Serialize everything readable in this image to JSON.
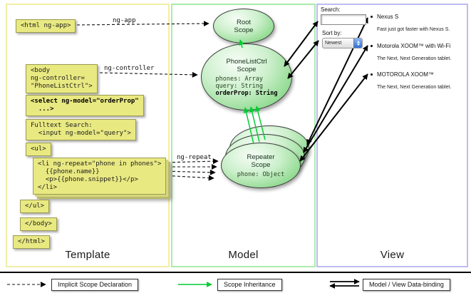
{
  "template_panel": {
    "title": "Template",
    "labels": {
      "ng_app": "ng-app",
      "ng_controller": "ng-controller",
      "ng_repeat": "ng-repeat"
    },
    "code": {
      "html_open": "<html ng-app>",
      "body_open": "<body\nng-controller=\n\"PhoneListCtrl\">",
      "select": "<select ng-model=\"orderProp\"\n  ...>",
      "fulltext": "Fulltext Search:\n  <input ng-model=\"query\">",
      "ul_open": "<ul>",
      "li_repeat": "<li ng-repeat=\"phone in phones\">\n  {{phone.name}}\n  <p>{{phone.snippet}}</p>\n</li>",
      "ul_close": "</ul>",
      "body_close": "</body>",
      "html_close": "</html>"
    }
  },
  "model_panel": {
    "title": "Model",
    "root_scope": {
      "name": "Root\nScope"
    },
    "phonelist_scope": {
      "name": "PhoneListCtrl\nScope",
      "prop_phones": "phones: Array",
      "prop_query": "query: String",
      "prop_orderprop": "orderProp: String"
    },
    "repeater_scope": {
      "name": "Repeater\nScope",
      "prop_phone": "phone: Object"
    }
  },
  "view_panel": {
    "title": "View",
    "search_label": "Search:",
    "sort_label": "Sort by:",
    "sort_selected": "Newest",
    "phones": [
      {
        "name": "Nexus S",
        "snippet": "Fast just got faster with Nexus S."
      },
      {
        "name": "Motorola XOOM™ with Wi-Fi",
        "snippet": "The Next, Next Generation tablet."
      },
      {
        "name": "MOTOROLA XOOM™",
        "snippet": "The Next, Next Generation tablet."
      }
    ]
  },
  "legend": {
    "implicit_scope": "Implicit Scope Declaration",
    "scope_inheritance": "Scope Inheritance",
    "data_binding": "Model / View Data-binding"
  },
  "colors": {
    "code_box": "#e9e982",
    "scope_fill": "#8cd88c",
    "inheritance_arrow": "#00cc33",
    "template_border": "#f0efa6",
    "model_border": "#aaecaa",
    "view_border": "#bcbcf0"
  }
}
